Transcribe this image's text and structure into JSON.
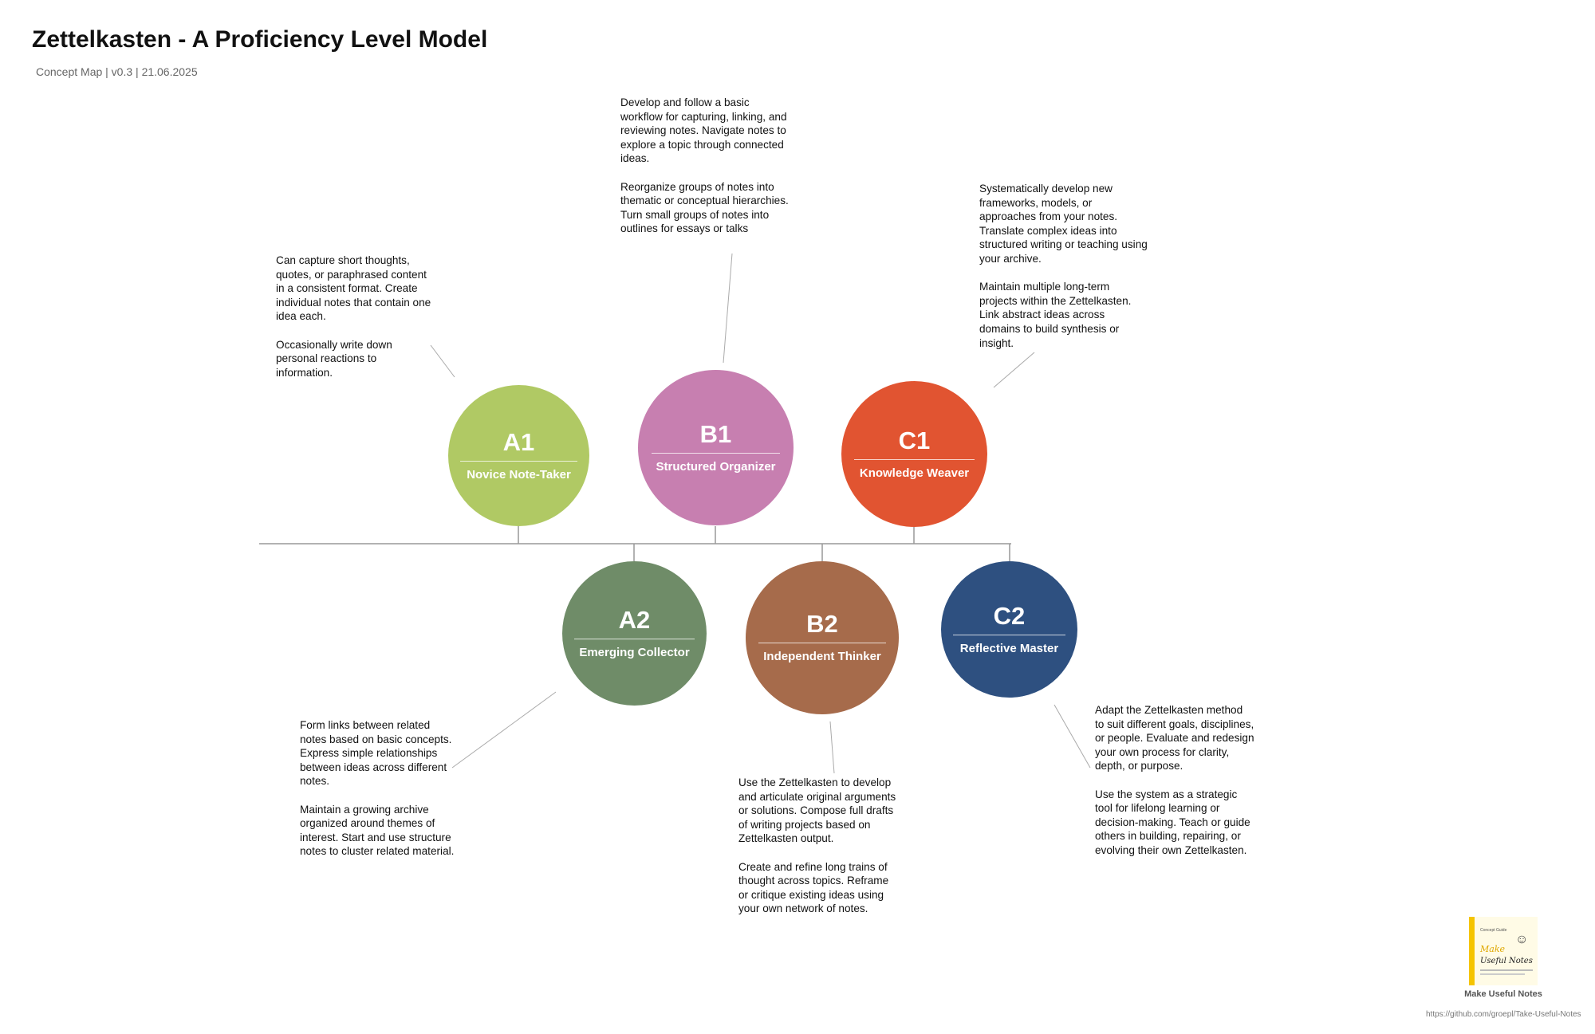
{
  "header": {
    "title": "Zettelkasten - A Proficiency Level Model",
    "subtitle": "Concept Map | v0.3 | 21.06.2025"
  },
  "levels": [
    {
      "id": "a1",
      "code": "A1",
      "name": "Novice Note-Taker",
      "color": "#b0c964",
      "description": "Can capture short thoughts, quotes, or paraphrased content in a consistent format. Create individual notes that contain one idea each.\n\nOccasionally write down personal reactions to information."
    },
    {
      "id": "b1",
      "code": "B1",
      "name": "Structured Organizer",
      "color": "#c77fb0",
      "description": "Develop and follow a basic workflow for capturing, linking, and reviewing notes. Navigate notes to explore a topic through connected ideas.\n\nReorganize groups of notes into thematic or conceptual hierarchies. Turn small groups of notes into outlines for essays or talks"
    },
    {
      "id": "c1",
      "code": "C1",
      "name": "Knowledge Weaver",
      "color": "#e15431",
      "description": "Systematically develop new frameworks, models, or approaches from your notes. Translate complex ideas into structured writing or teaching using your archive.\n\nMaintain multiple long-term projects within the Zettelkasten. Link abstract ideas across domains to build synthesis or insight."
    },
    {
      "id": "a2",
      "code": "A2",
      "name": "Emerging Collector",
      "color": "#6f8c68",
      "description": "Form links between related notes based on basic concepts. Express simple relationships between ideas across different notes.\n\nMaintain a growing archive organized around themes of interest. Start and use structure notes to cluster related material."
    },
    {
      "id": "b2",
      "code": "B2",
      "name": "Independent Thinker",
      "color": "#a66b4b",
      "description": "Use the Zettelkasten to develop and articulate original arguments or solutions. Compose full drafts of writing projects based on Zettelkasten output.\n\nCreate and refine long trains of thought across topics. Reframe or critique existing ideas using your own network of notes."
    },
    {
      "id": "c2",
      "code": "C2",
      "name": "Reflective Master",
      "color": "#2e5080",
      "description": "Adapt the Zettelkasten method to suit different goals, disciplines, or people. Evaluate and redesign your own process for clarity, depth, or purpose.\n\nUse the system as a strategic tool for lifelong learning or decision-making. Teach or guide others in building, repairing, or evolving their own Zettelkasten."
    }
  ],
  "footer": {
    "logo_small_text": "Concept Guide",
    "logo_make": "Make",
    "logo_useful": "Useful Notes",
    "logo_caption": "Make Useful Notes",
    "url": "https://github.com/groepl/Take-Useful-Notes"
  },
  "colors": {
    "line": "#999999",
    "pointer": "#aaaaaa"
  }
}
